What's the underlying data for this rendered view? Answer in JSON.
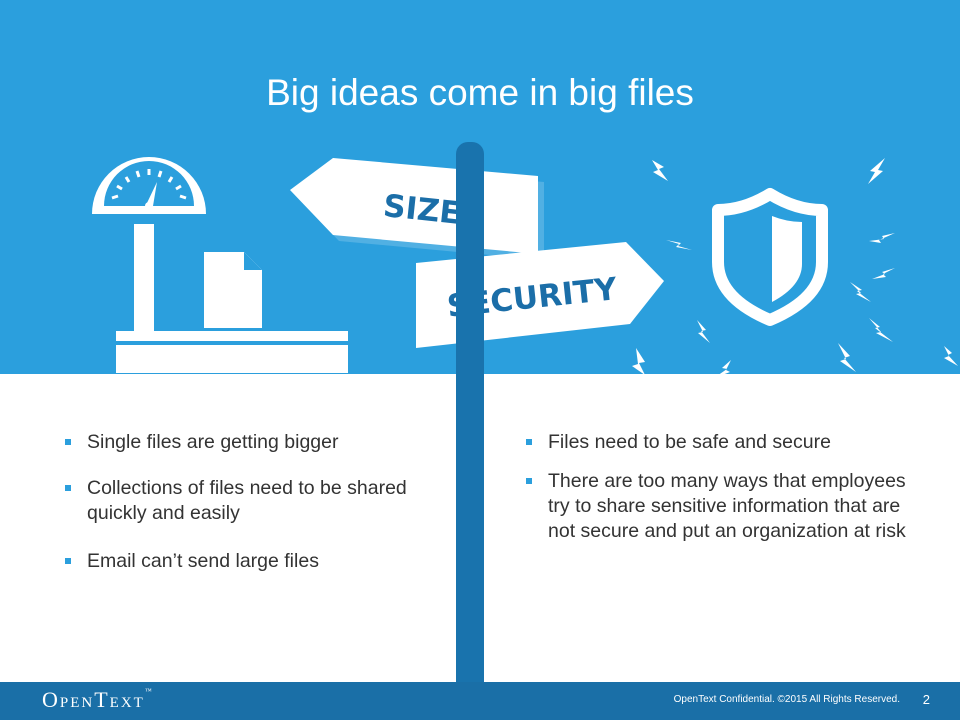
{
  "title": "Big ideas come in big files",
  "signs": {
    "size": "SIZE",
    "security": "SECURITY"
  },
  "left_bullets": [
    "Single files are getting bigger",
    "Collections of files need to be shared quickly and easily",
    "Email can’t send large files"
  ],
  "right_bullets": [
    "Files need to be safe and secure",
    "There are too many ways that employees try to share sensitive information that are not secure and put an organization at risk"
  ],
  "footer": {
    "logo": "OpenText",
    "logo_mark": "™",
    "confidential": "OpenText Confidential. ©2015 All Rights Reserved.",
    "page_number": "2"
  },
  "colors": {
    "banner_blue": "#2b9fdd",
    "pole_blue": "#1973ad",
    "footer_blue": "#1a6fa7",
    "sign_text": "#1b6ea8",
    "bullet_marker": "#2b9fdd"
  },
  "icons": [
    "scale-icon",
    "document-icon",
    "shield-icon",
    "lightning-bolt-icon"
  ]
}
